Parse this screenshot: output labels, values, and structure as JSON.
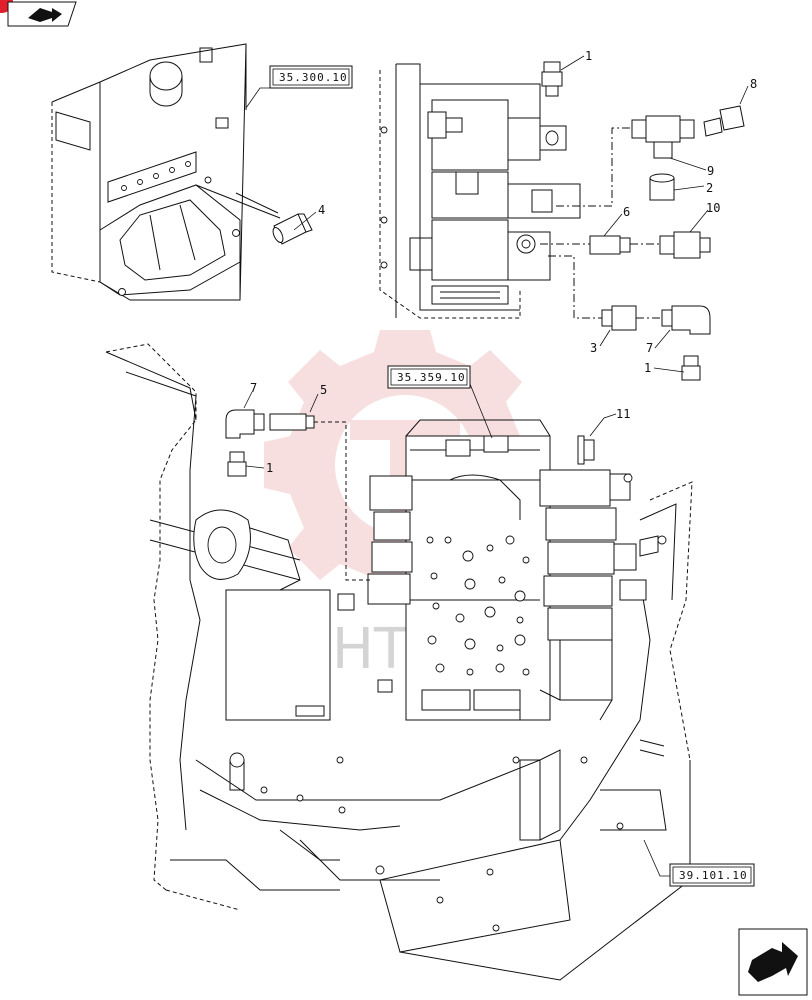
{
  "references": {
    "ref_top": "35.300.10",
    "ref_valve": "35.359.10",
    "ref_frame": "39.101.10"
  },
  "callouts": {
    "c1a": "1",
    "c8": "8",
    "c9": "9",
    "c2": "2",
    "c10": "10",
    "c6": "6",
    "c3": "3",
    "c7a": "7",
    "c1b": "1",
    "c4": "4",
    "c7b": "7",
    "c5": "5",
    "c1c": "1",
    "c11": "11"
  },
  "watermark": {
    "text": "ИНТЕХ"
  },
  "nav": {
    "prev_icon": "back-arrow-icon",
    "next_icon": "forward-arrow-icon"
  },
  "colors": {
    "line": "#111111",
    "watermark": "#f3c4c4",
    "badge": "#e0202a"
  }
}
